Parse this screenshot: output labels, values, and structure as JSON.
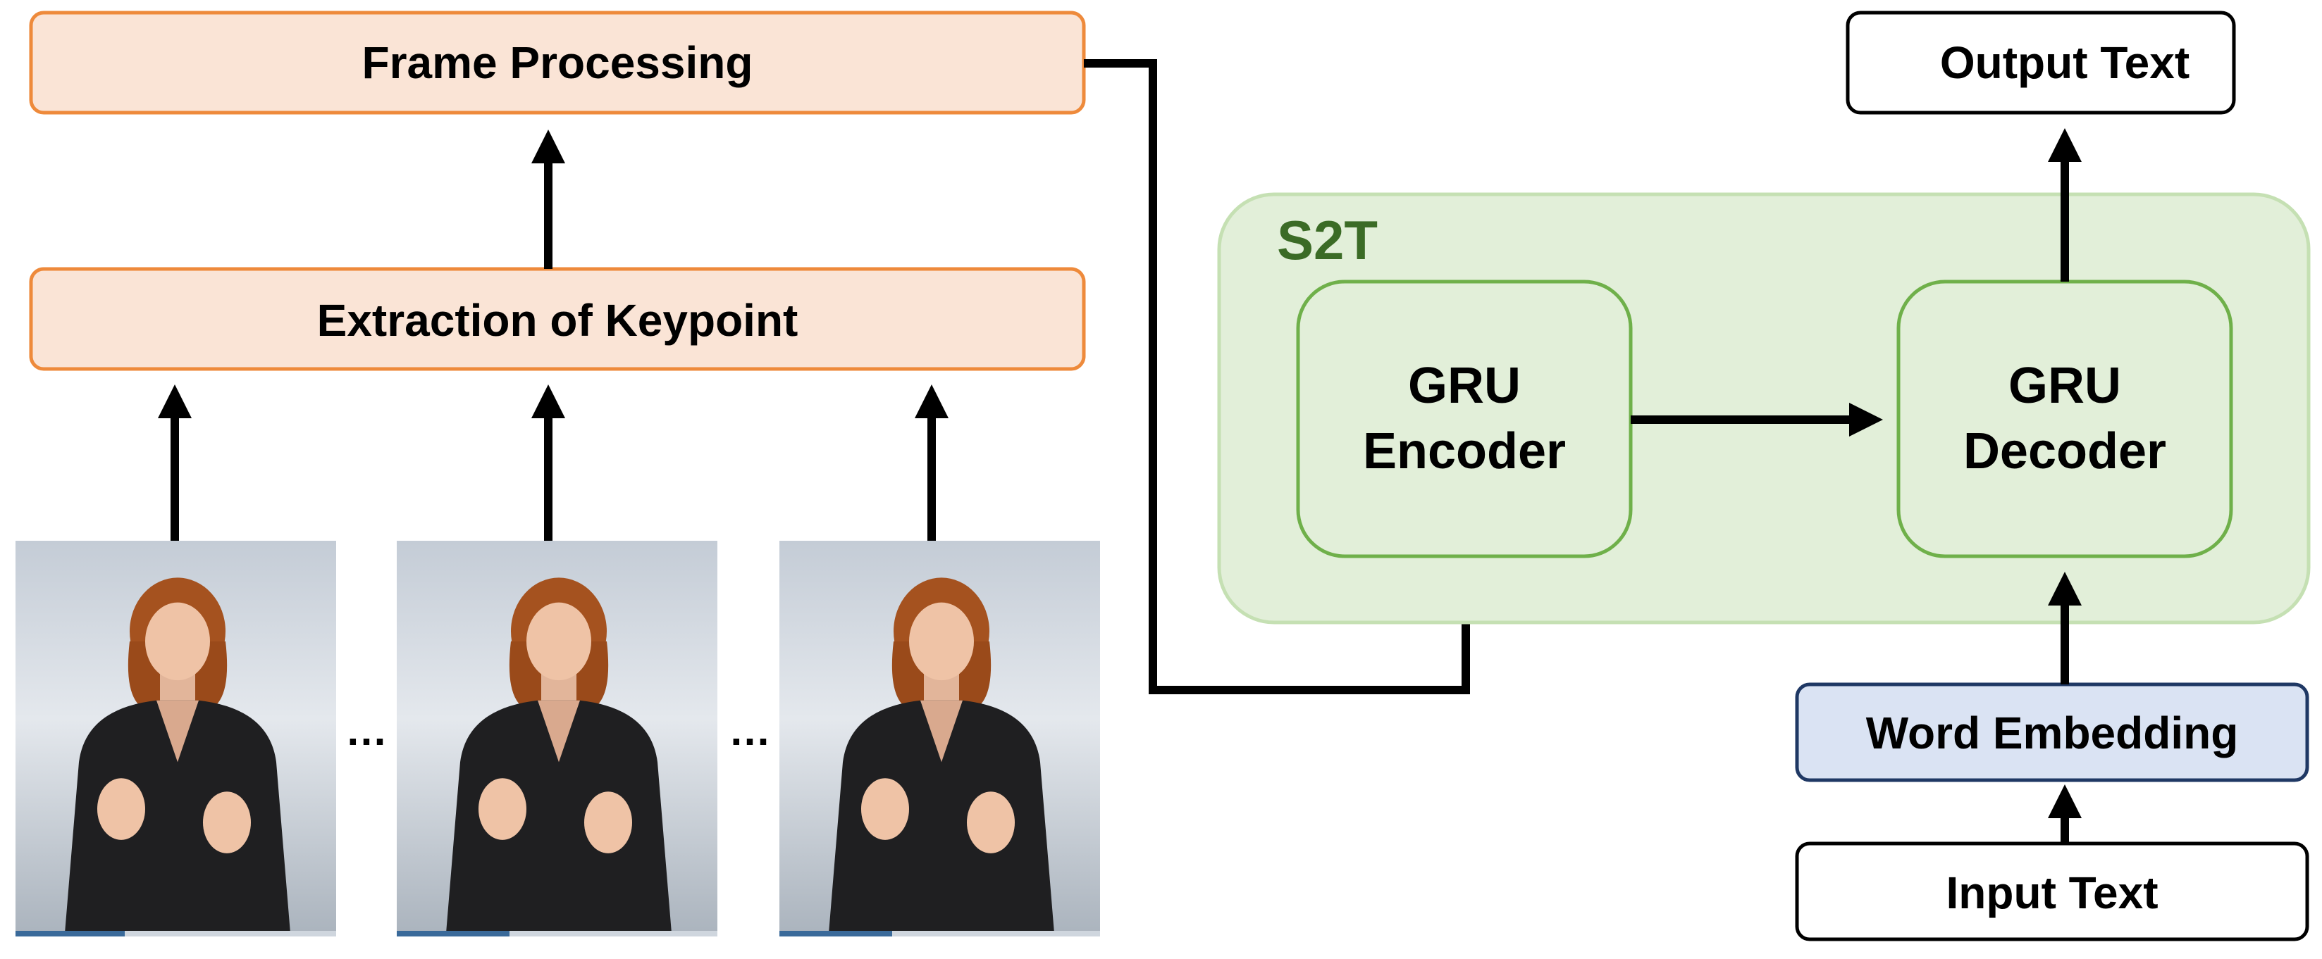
{
  "left_pipeline": {
    "frame_processing_label": "Frame Processing",
    "keypoint_extraction_label": "Extraction of Keypoint",
    "frame_gap_ellipsis_1": "…",
    "frame_gap_ellipsis_2": "…",
    "frames": [
      {
        "description": "sign-language-frame"
      },
      {
        "description": "sign-language-frame"
      },
      {
        "description": "sign-language-frame"
      }
    ]
  },
  "s2t": {
    "title": "S2T",
    "encoder_line1": "GRU",
    "encoder_line2": "Encoder",
    "decoder_line1": "GRU",
    "decoder_line2": "Decoder"
  },
  "right_pipeline": {
    "output_text_label": "Output Text",
    "word_embedding_label": "Word Embedding",
    "input_text_label": "Input Text"
  },
  "colors": {
    "orange_fill": "#fae4d6",
    "orange_stroke": "#ee8a3b",
    "green_panel_fill": "#e2efd9",
    "green_panel_stroke": "#c5e0b3",
    "green_box_stroke": "#6fb04a",
    "green_title": "#3b6b26",
    "blue_fill": "#dae3f3",
    "blue_stroke": "#1f3864",
    "line": "#000000"
  }
}
